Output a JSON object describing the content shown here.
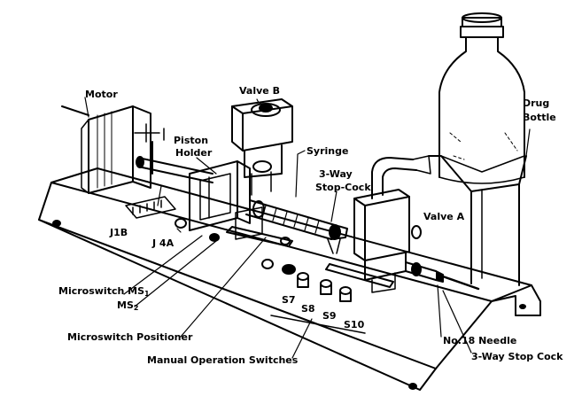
{
  "labels": {
    "motor": "Motor",
    "valve_b": "Valve B",
    "piston_holder_1": "Piston",
    "piston_holder_2": "Holder",
    "syringe": "Syringe",
    "stopcock_top_1": "3-Way",
    "stopcock_top_2": "Stop-Cock",
    "drug_bottle_1": "Drug",
    "drug_bottle_2": "Bottle",
    "valve_a": "Valve A",
    "j1b": "J1B",
    "j4a": "J 4A",
    "ms1_prefix": "Microswitch MS",
    "ms1_sub": "1",
    "ms2_prefix": "MS",
    "ms2_sub": "2",
    "microswitch_positioner": "Microswitch Positioner",
    "manual_operation_switches": "Manual Operation Switches",
    "s7": "S7",
    "s8": "S8",
    "s9": "S9",
    "s10": "S10",
    "needle": "No.18 Needle",
    "stopcock_bottom": "3-Way Stop Cock"
  }
}
